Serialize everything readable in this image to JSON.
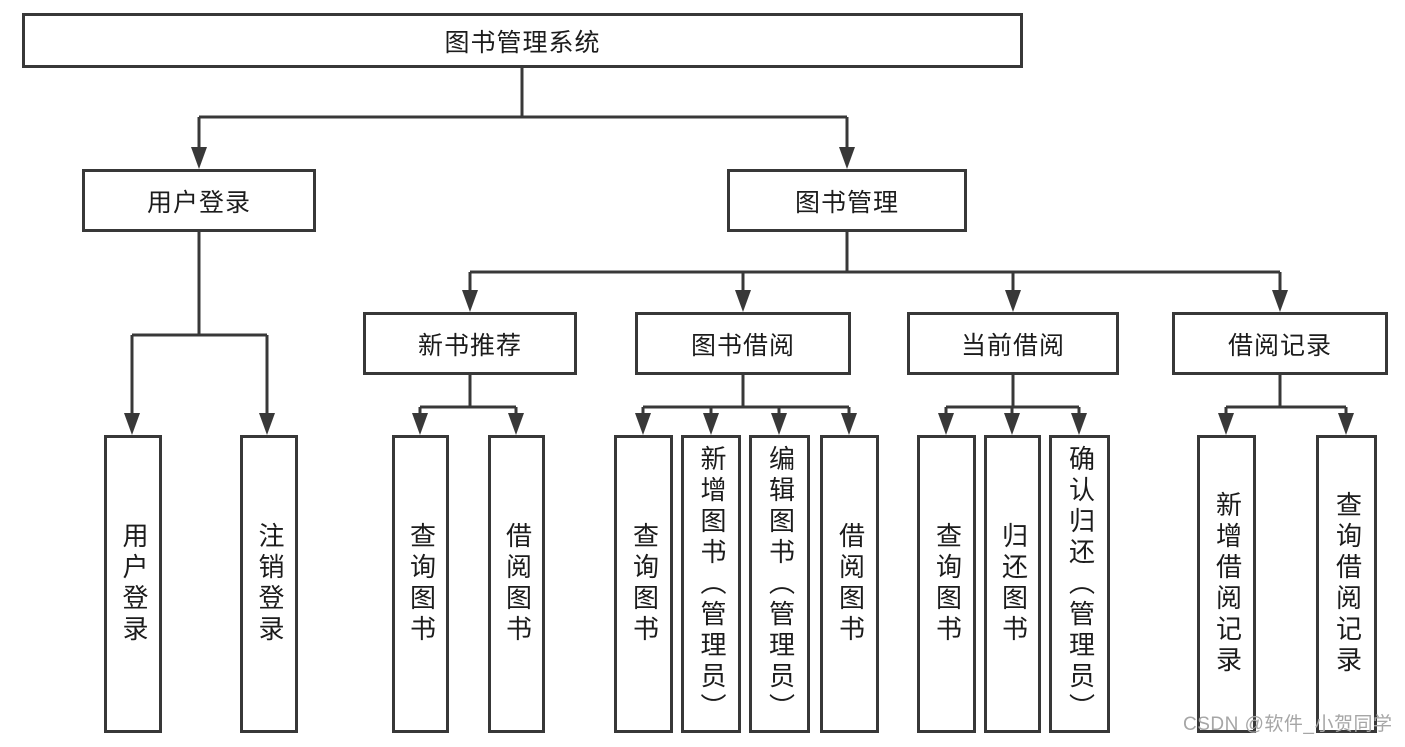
{
  "colors": {
    "line": "#383838",
    "text": "#1c1c1c",
    "box_background": "#ffffff",
    "watermark": "#a6a6a6"
  },
  "watermark": {
    "text": "CSDN @软件_小贺同学"
  },
  "tree": {
    "root": {
      "label": "图书管理系统"
    },
    "level2": [
      {
        "id": "user-login",
        "label": "用户登录"
      },
      {
        "id": "book-management",
        "label": "图书管理"
      }
    ],
    "level3": [
      {
        "id": "new-book-recommend",
        "label": "新书推荐"
      },
      {
        "id": "book-borrowing",
        "label": "图书借阅"
      },
      {
        "id": "current-borrowing",
        "label": "当前借阅"
      },
      {
        "id": "borrowing-records",
        "label": "借阅记录"
      }
    ],
    "leaves": {
      "user_login_children": [
        {
          "label": "用户登录"
        },
        {
          "label": "注销登录"
        }
      ],
      "new_book_children": [
        {
          "label": "查询图书"
        },
        {
          "label": "借阅图书"
        }
      ],
      "book_borrowing_children": [
        {
          "label": "查询图书"
        },
        {
          "label": "新增图书（管理员）"
        },
        {
          "label": "编辑图书（管理员）"
        },
        {
          "label": "借阅图书"
        }
      ],
      "current_borrowing_children": [
        {
          "label": "查询图书"
        },
        {
          "label": "归还图书"
        },
        {
          "label": "确认归还（管理员）"
        }
      ],
      "borrowing_records_children": [
        {
          "label": "新增借阅记录"
        },
        {
          "label": "查询借阅记录"
        }
      ]
    }
  }
}
